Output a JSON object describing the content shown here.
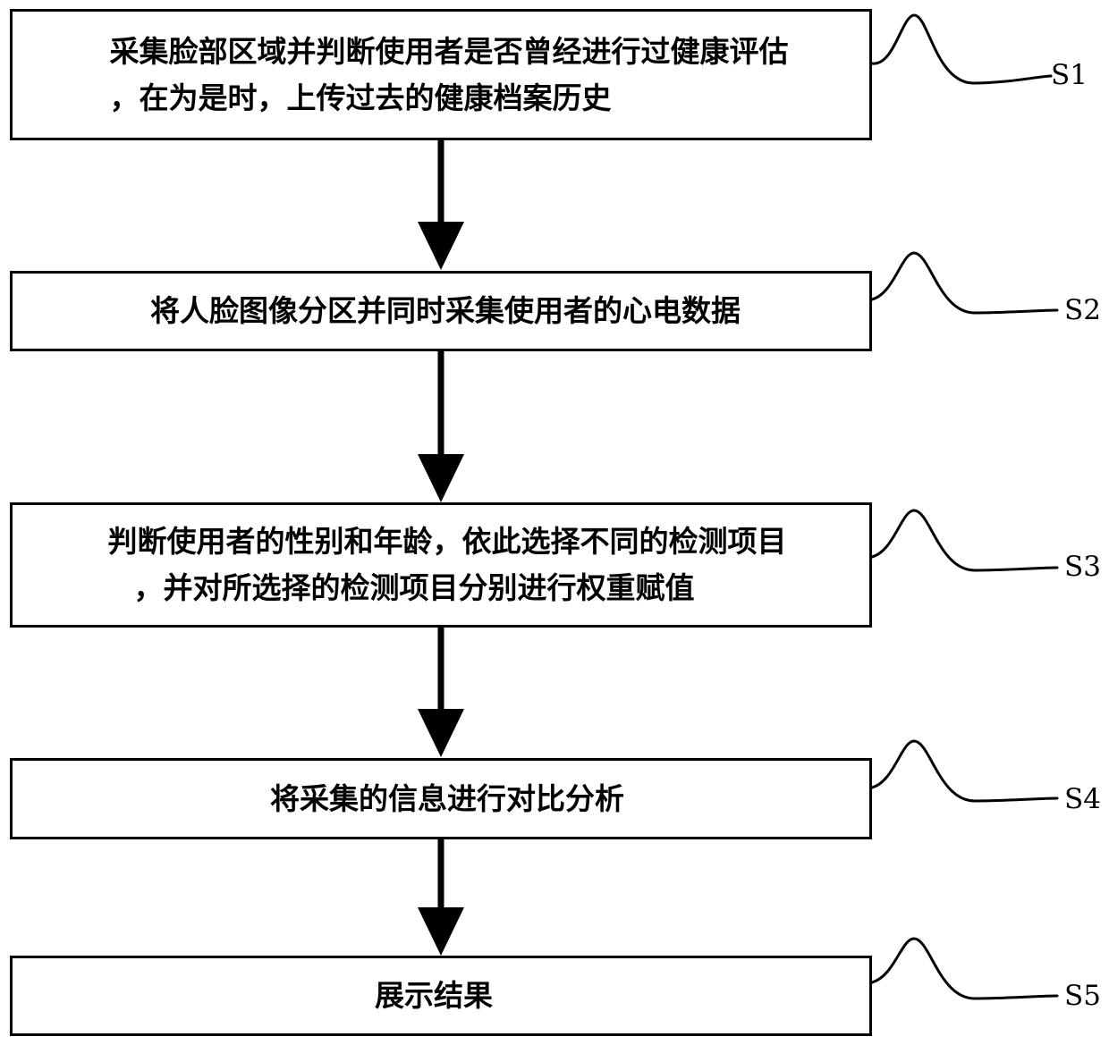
{
  "flowchart": {
    "steps": [
      {
        "id": "S1",
        "label": "S1",
        "lines": [
          "采集脸部区域并判断使用者是否曾经进行过健康评估",
          "，在为是时，上传过去的健康档案历史"
        ]
      },
      {
        "id": "S2",
        "label": "S2",
        "lines": [
          "将人脸图像分区并同时采集使用者的心电数据"
        ]
      },
      {
        "id": "S3",
        "label": "S3",
        "lines": [
          "判断使用者的性别和年龄，依此选择不同的检测项目",
          "，并对所选择的检测项目分别进行权重赋值"
        ]
      },
      {
        "id": "S4",
        "label": "S4",
        "lines": [
          "将采集的信息进行对比分析"
        ]
      },
      {
        "id": "S5",
        "label": "S5",
        "lines": [
          "展示结果"
        ]
      }
    ],
    "connector_color": "#000000",
    "background_color": "#ffffff"
  }
}
